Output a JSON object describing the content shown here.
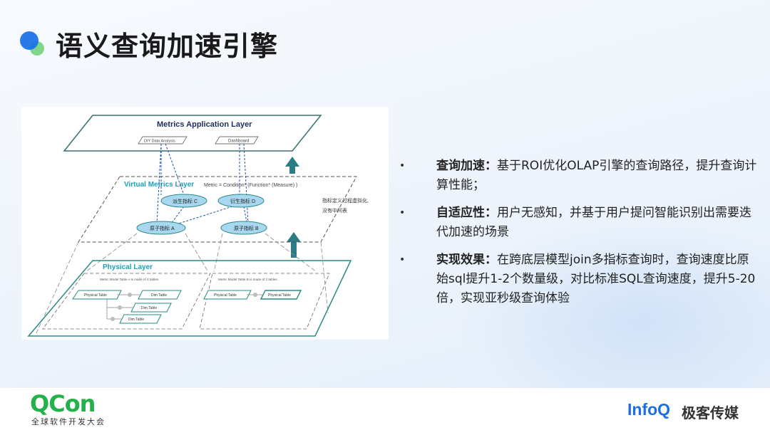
{
  "slide": {
    "title": "语义查询加速引擎"
  },
  "diagram": {
    "app_layer": {
      "title": "Metrics Application Layer",
      "boxes": [
        "DIY Data Analysis",
        "Dashboard"
      ]
    },
    "virtual_layer": {
      "title": "Virtual Metrics Layer",
      "formula": "Metric = Condition* (Function* (Measure) )",
      "nodes": [
        "派生指标 C",
        "衍生指标 D",
        "原子指标 A",
        "原子指标 B"
      ],
      "note_line1": "指标定义过程虚拟化,",
      "note_line2": "没有中间表"
    },
    "physical_layer": {
      "title": "Physical Layer",
      "model_a_caption": "Metric Model Table A is made of 4 tables",
      "model_b_caption": "Metric Model Table B is made of 2 tables",
      "tables_a": [
        "Physical Table",
        "Dim Table",
        "Dim Table",
        "Dim Table"
      ],
      "tables_b": [
        "Physical Table",
        "Physical Table"
      ]
    },
    "colors": {
      "teal": "#2a8a84",
      "node_fill": "#a8d8f0",
      "link_blue": "#1b55b0",
      "arrow": "#2c7c86"
    }
  },
  "bullets": [
    {
      "label": "查询加速：",
      "text": "基于ROI优化OLAP引擎的查询路径，提升查询计算性能；"
    },
    {
      "label": "自适应性：",
      "text": "用户无感知，并基于用户提问智能识别出需要迭代加速的场景"
    },
    {
      "label": "实现效果：",
      "text": "在跨底层模型join多指标查询时，查询速度比原始sql提升1-2个数量级，对比标准SQL查询速度，提升5-20倍，实现亚秒级查询体验"
    }
  ],
  "footer": {
    "qcon_logo": "QCon",
    "qcon_subtitle": "全球软件开发大会",
    "infoq_logo": "InfoQ",
    "infoq_cn": "极客传媒"
  }
}
